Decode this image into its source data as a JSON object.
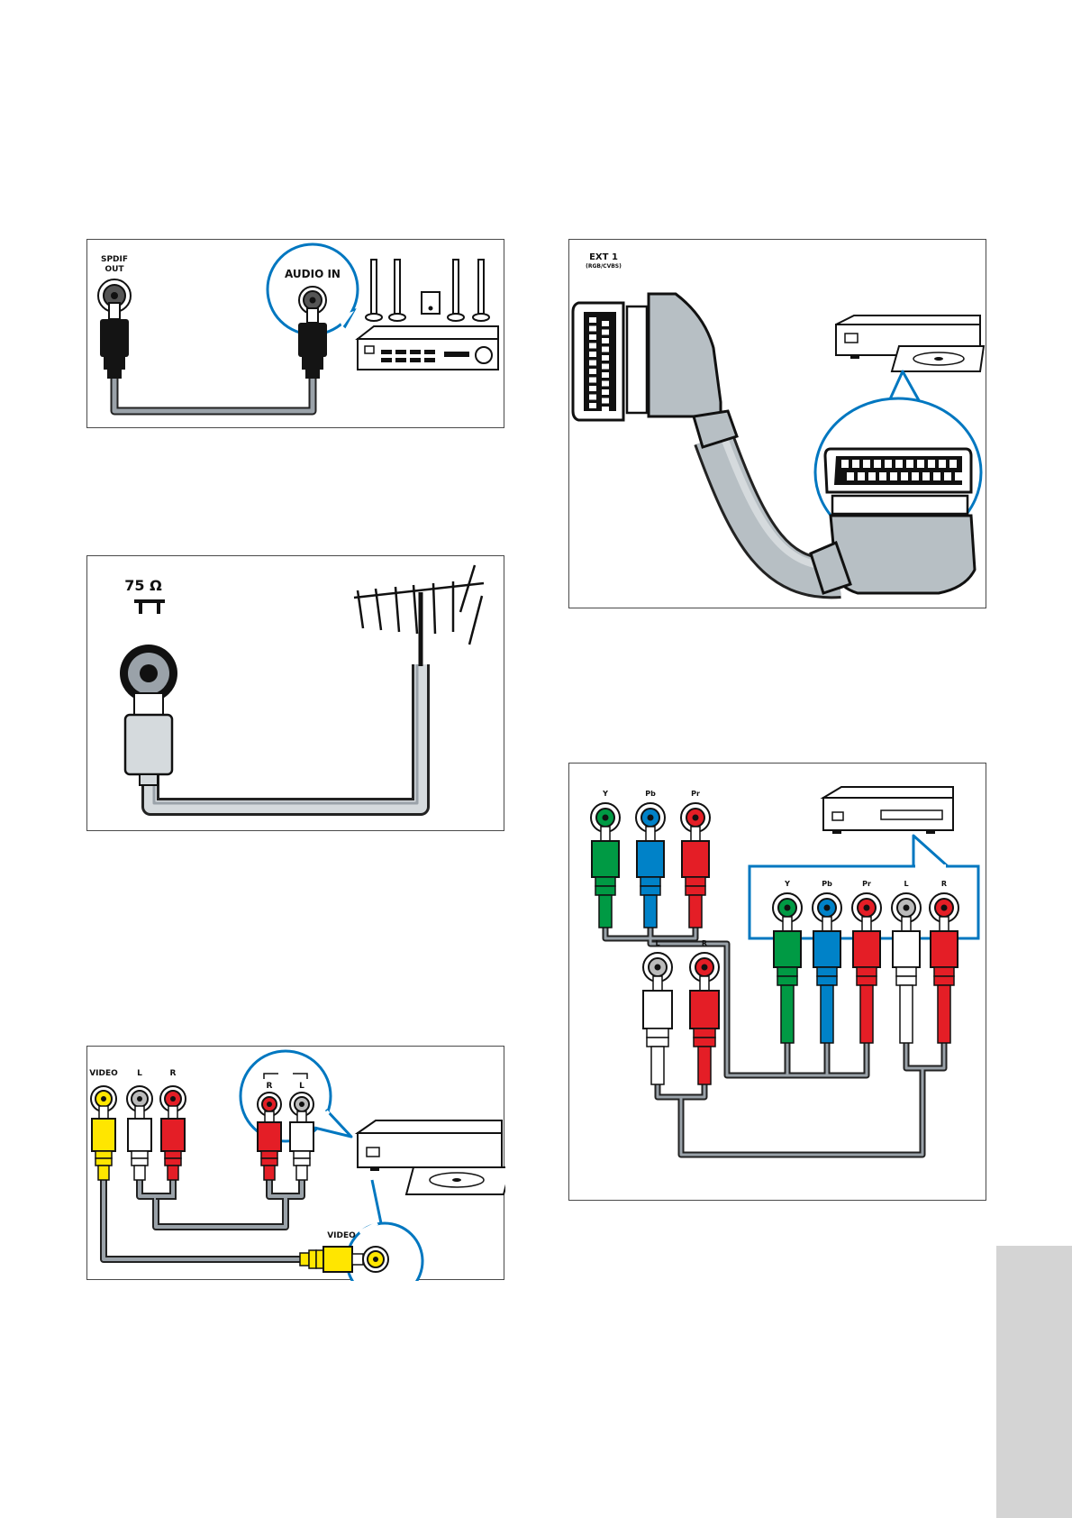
{
  "panels": {
    "spdif": {
      "source_label_1": "SPDIF",
      "source_label_2": "OUT",
      "target_label": "AUDIO IN"
    },
    "antenna": {
      "ohm_label": "75 Ω"
    },
    "scart": {
      "label": "EXT 1",
      "sublabel": "(RGB/CVBS)"
    },
    "component": {
      "tv_jacks": [
        "Y",
        "Pb",
        "Pr"
      ],
      "tv_audio_jacks": [
        "L",
        "R"
      ],
      "device_jacks": [
        "Y",
        "Pb",
        "Pr",
        "L",
        "R"
      ]
    },
    "composite": {
      "tv_jacks": [
        "VIDEO",
        "L",
        "R"
      ],
      "device_audio_jacks": [
        "R",
        "L"
      ],
      "device_video_label": "VIDEO"
    }
  },
  "colors": {
    "highlight_blue": "#0077c0",
    "plug_black": "#141414",
    "cable_grey": "#9aa2a9",
    "rca_yellow": "#ffe600",
    "rca_red": "#e41e26",
    "rca_white": "#ffffff",
    "rca_green": "#009a44",
    "rca_blue": "#0082c8",
    "side_tab": "#d4d4d4"
  }
}
